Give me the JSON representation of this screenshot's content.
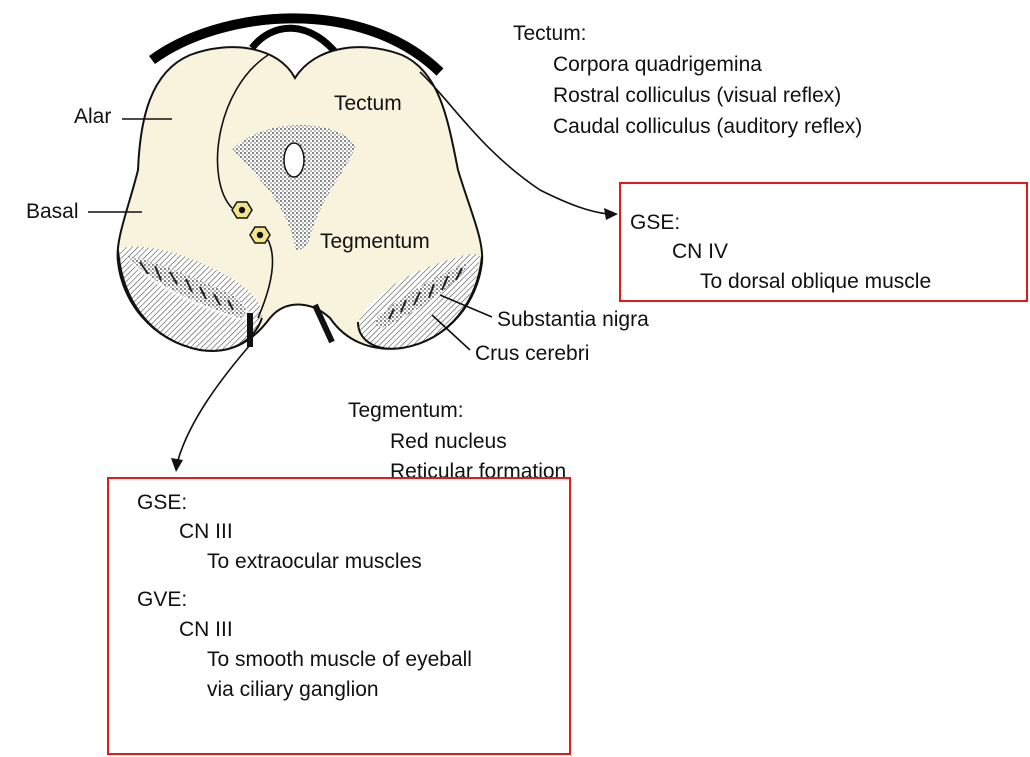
{
  "labels": {
    "alar": "Alar",
    "basal": "Basal",
    "tectum": "Tectum",
    "tegmentum": "Tegmentum",
    "substantia_nigra": "Substantia nigra",
    "crus_cerebri": "Crus cerebri"
  },
  "tectum_legend": {
    "heading": "Tectum:",
    "items": [
      "Corpora quadrigemina",
      "Rostral colliculus (visual reflex)",
      "Caudal colliculus (auditory reflex)"
    ]
  },
  "tegmentum_legend": {
    "heading": "Tegmentum:",
    "items": [
      "Red nucleus",
      "Reticular formation"
    ]
  },
  "cn4_box": {
    "type": "GSE:",
    "nerve": "CN IV",
    "target": "To dorsal oblique muscle"
  },
  "cn3_box": {
    "gse_type": "GSE:",
    "gse_nerve": "CN III",
    "gse_target": "To extraocular muscles",
    "gve_type": "GVE:",
    "gve_nerve": "CN III",
    "gve_target_1": "To smooth muscle of eyeball",
    "gve_target_2": "via ciliary ganglion"
  },
  "colors": {
    "brainstem_fill": "#f8f3dc",
    "outline": "#111111",
    "highlight_box": "#e01b1b",
    "nucleus_fill": "#f3e48a"
  }
}
